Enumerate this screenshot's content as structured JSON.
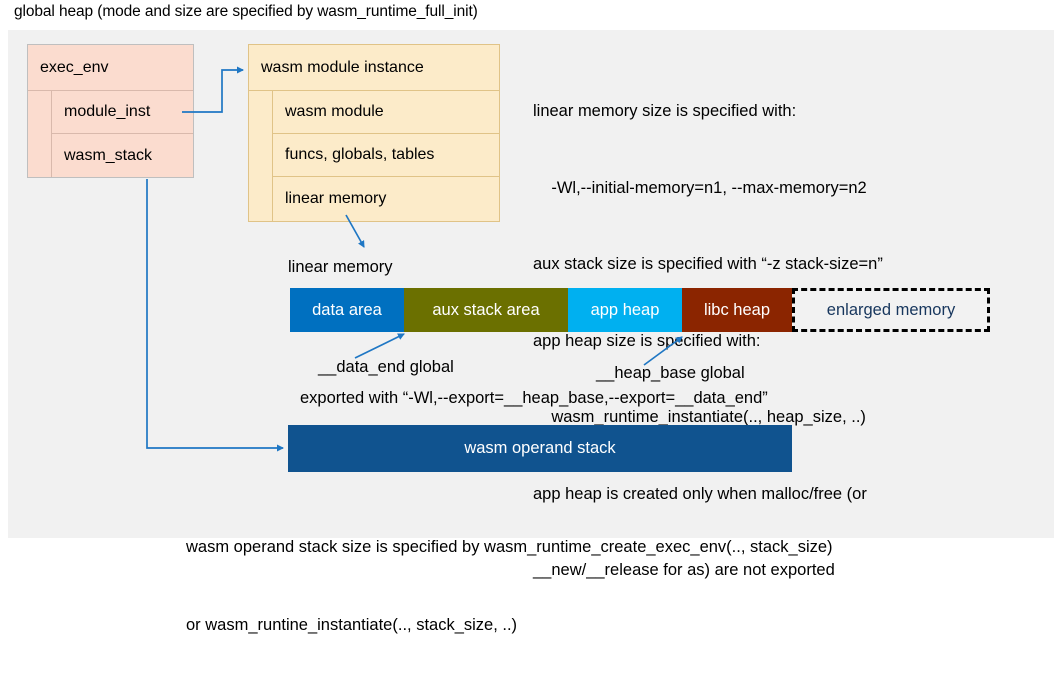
{
  "title": "global heap (mode and size are specified by wasm_runtime_full_init)",
  "colors": {
    "canvas_bg": "#f1f1f1",
    "exec_env_fill": "#fbdccf",
    "module_inst_fill": "#fcebc9",
    "connector": "#1f77c4",
    "data_area": "#0070c0",
    "aux_stack_area": "#6b7000",
    "app_heap": "#00b0f0",
    "libc_heap": "#8b2500",
    "enlarged_memory_fill": "#f2f2f2",
    "enlarged_memory_text": "#17365d",
    "operand_stack": "#10538f"
  },
  "exec_env": {
    "title": "exec_env",
    "fields": [
      {
        "label": "module_inst"
      },
      {
        "label": "wasm_stack"
      }
    ]
  },
  "module_instance": {
    "title": "wasm module instance",
    "fields": [
      {
        "label": "wasm module"
      },
      {
        "label": "funcs, globals, tables"
      },
      {
        "label": "linear memory"
      }
    ]
  },
  "notes": [
    "linear memory size is specified with:",
    "    -Wl,--initial-memory=n1, --max-memory=n2",
    "aux stack size is specified with “-z stack-size=n”",
    "app heap size is specified with:",
    "    wasm_runtime_instantiate(.., heap_size, ..)",
    "app heap is created only when malloc/free (or",
    "__new/__release for as) are not exported"
  ],
  "linear_memory": {
    "label": "linear memory",
    "segments": [
      {
        "label": "data area",
        "color": "#0070c0",
        "width": 114,
        "text_color": "#ffffff",
        "dashed": false
      },
      {
        "label": "aux stack area",
        "color": "#6b7000",
        "width": 164,
        "text_color": "#ffffff",
        "dashed": false
      },
      {
        "label": "app heap",
        "color": "#00b0f0",
        "width": 114,
        "text_color": "#ffffff",
        "dashed": false
      },
      {
        "label": "libc heap",
        "color": "#8b2500",
        "width": 110,
        "text_color": "#ffffff",
        "dashed": false
      },
      {
        "label": "enlarged memory",
        "color": "#f2f2f2",
        "width": 198,
        "text_color": "#17365d",
        "dashed": true
      }
    ]
  },
  "callouts": {
    "data_end": "__data_end global",
    "heap_base": "__heap_base global",
    "exported_with": "exported with “-Wl,--export=__heap_base,--export=__data_end”"
  },
  "operand_stack": {
    "label": "wasm operand stack"
  },
  "bottom_notes": [
    "wasm operand stack size is specified by wasm_runtime_create_exec_env(.., stack_size)",
    "or wasm_runtine_instantiate(.., stack_size, ..)"
  ]
}
